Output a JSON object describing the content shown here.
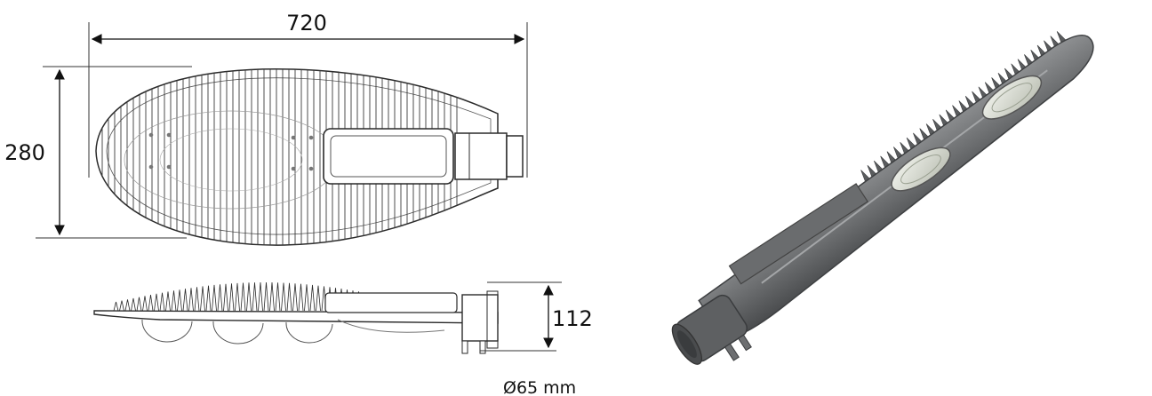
{
  "dimensions": {
    "length": "720",
    "width": "280",
    "height": "112",
    "pole_diameter": "Ø65 mm"
  },
  "colors": {
    "line": "#2a2a2a",
    "body": "#6d6f71",
    "body_dark": "#4a4c4e",
    "body_light": "#8e9092",
    "lens": "#d9dcd3"
  }
}
